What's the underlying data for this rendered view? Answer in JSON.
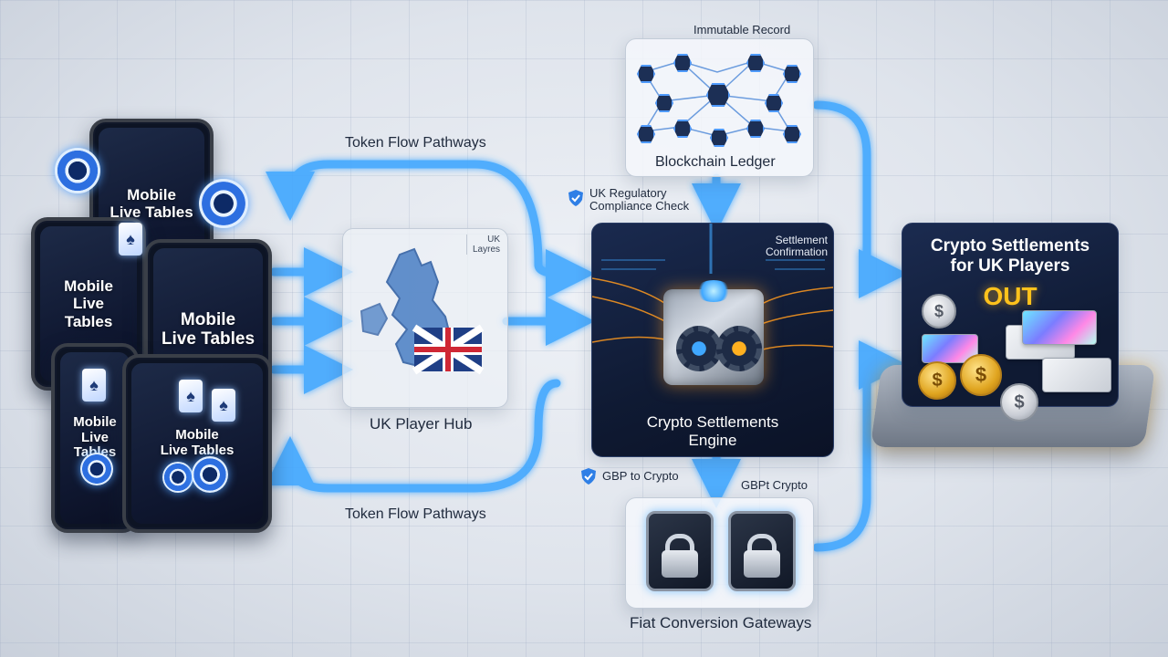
{
  "devices": [
    {
      "label": "Mobile\nLive Tables"
    },
    {
      "label": "Mobile\nLive\nTables"
    },
    {
      "label": "Mobile\nLive Tables"
    },
    {
      "label": "Mobile\nLive Tables"
    },
    {
      "label": "Mobile\nLive Tables"
    }
  ],
  "flows": {
    "top_label": "Token Flow Pathways",
    "bottom_label": "Token Flow Pathways"
  },
  "hub": {
    "badge": "UK\nLayres",
    "label": "UK Player Hub"
  },
  "blockchain": {
    "top_label": "Immutable Record",
    "label": "Blockchain Ledger"
  },
  "compliance": {
    "label": "UK Regulatory\nCompliance Check"
  },
  "engine": {
    "corner_label": "Settlement\nConfirmation",
    "label": "Crypto Settlements\nEngine"
  },
  "conversion": {
    "left_label": "GBP to Crypto",
    "right_label": "GBPt Crypto",
    "label": "Fiat Conversion Gateways"
  },
  "output": {
    "title": "Crypto Settlements\nfor UK Players",
    "out_label": "OUT"
  },
  "colors": {
    "flow_blue": "#3fa7ff",
    "out_orange": "#ffb020",
    "out_text": "#ffc21c",
    "panel_dark": "#0f1a33"
  }
}
